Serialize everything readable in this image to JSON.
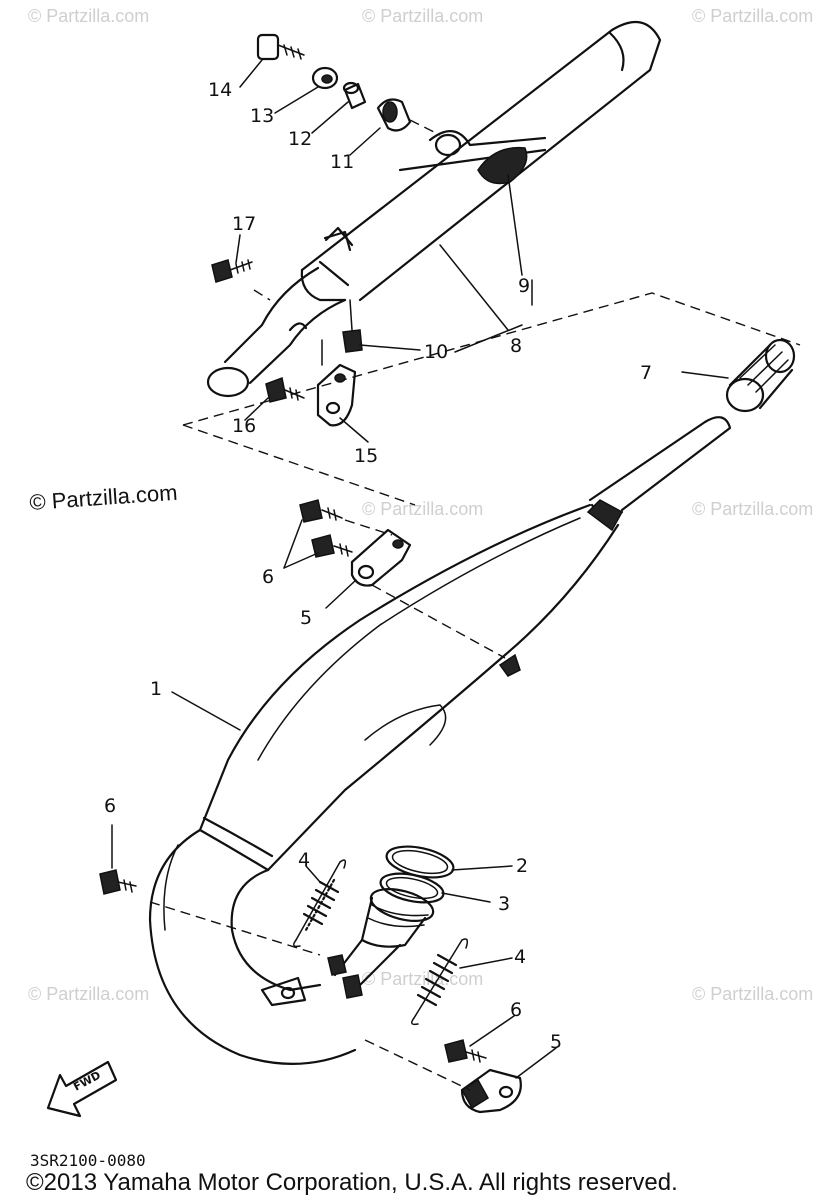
{
  "watermarks": [
    "© Partzilla.com",
    "© Partzilla.com",
    "© Partzilla.com",
    "© Partzilla.com",
    "© Partzilla.com",
    "© Partzilla.com",
    "© Partzilla.com",
    "© Partzilla.com"
  ],
  "main_watermark": "© Partzilla.com",
  "diagram_code": "3SR2100-0080",
  "copyright": "©2013  Yamaha Motor Corporation, U.S.A. All rights reserved.",
  "fwd_label": "FWD",
  "callouts": [
    "1",
    "2",
    "3",
    "4",
    "4",
    "5",
    "5",
    "6",
    "6",
    "6",
    "7",
    "8",
    "9",
    "10",
    "11",
    "12",
    "13",
    "14",
    "15",
    "16",
    "17"
  ]
}
